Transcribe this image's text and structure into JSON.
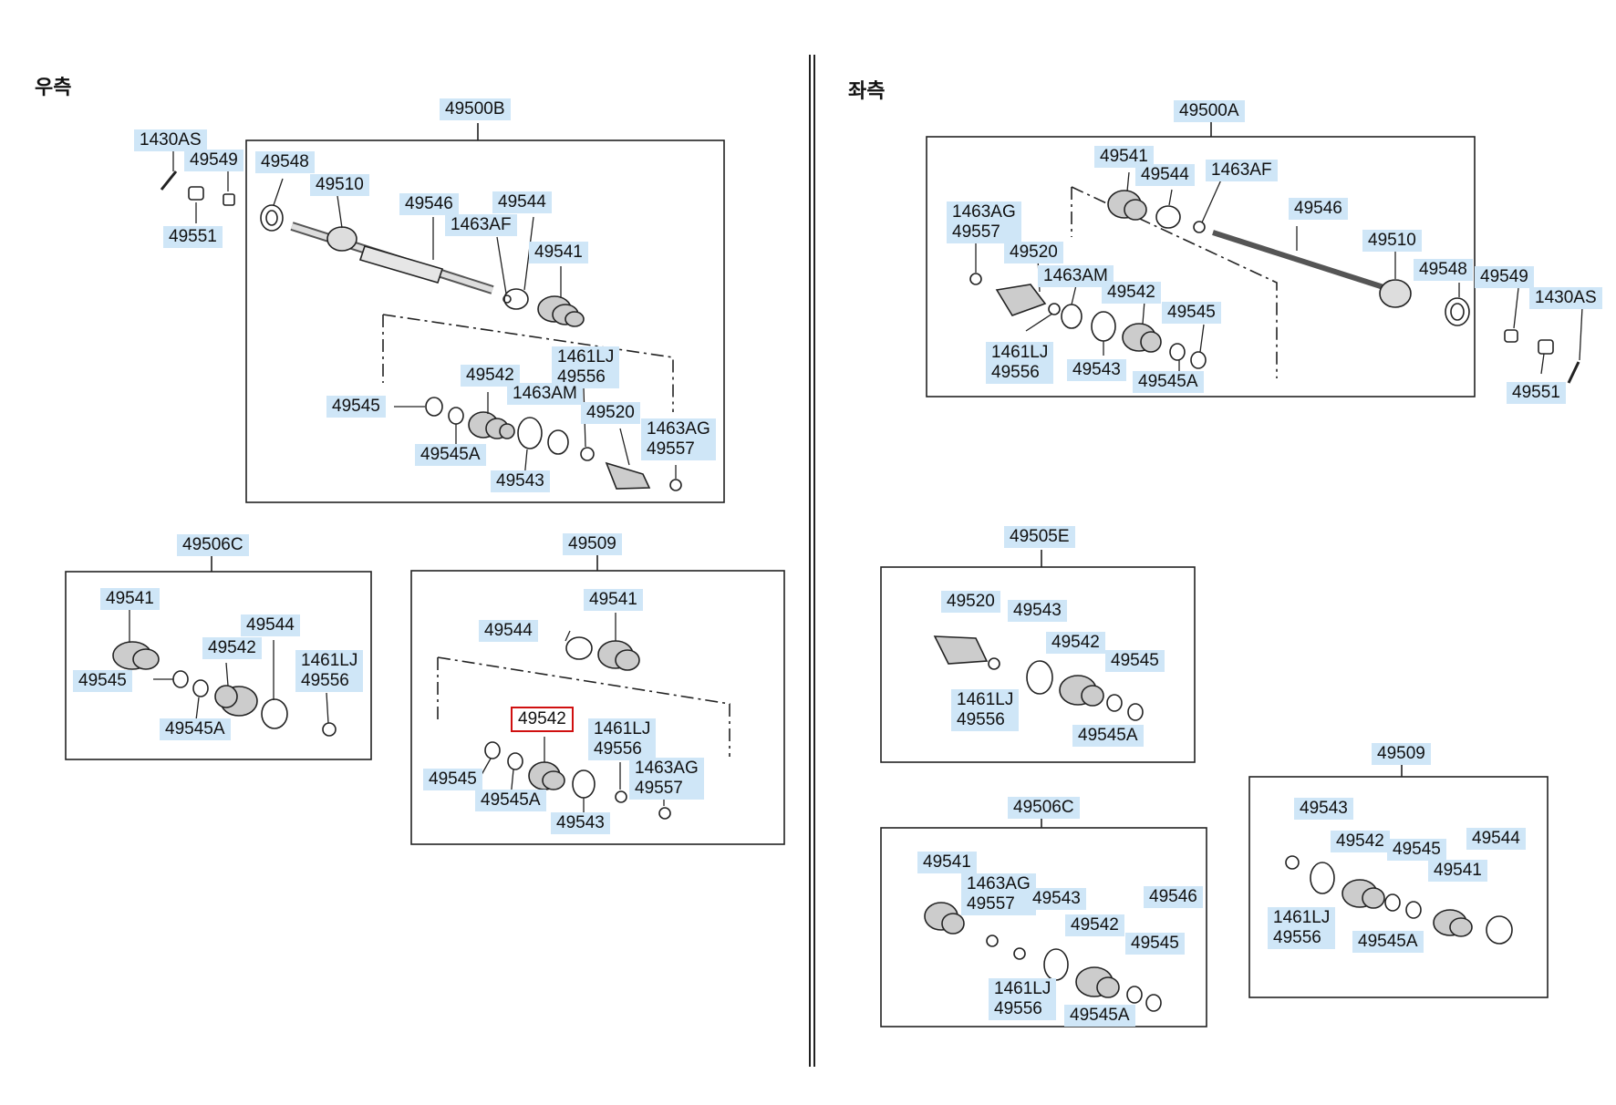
{
  "sides": {
    "right": {
      "title": "우측"
    },
    "left": {
      "title": "좌측"
    }
  },
  "labels": {
    "r_49500B": "49500B",
    "r_1430AS": "1430AS",
    "r_49549": "49549",
    "r_49551": "49551",
    "r_49548": "49548",
    "r_49510": "49510",
    "r_49546": "49546",
    "r_49544": "49544",
    "r_1463AF": "1463AF",
    "r_49541": "49541",
    "r_1461LJ": "1461LJ\n49556",
    "r_49542": "49542",
    "r_1463AM": "1463AM",
    "r_49545": "49545",
    "r_49520": "49520",
    "r_1463AG": "1463AG\n49557",
    "r_49545A": "49545A",
    "r_49543": "49543",
    "r2_49506C": "49506C",
    "r2_49541": "49541",
    "r2_49544": "49544",
    "r2_49542": "49542",
    "r2_1461LJ": "1461LJ\n49556",
    "r2_49545": "49545",
    "r2_49545A": "49545A",
    "r3_49509": "49509",
    "r3_49541": "49541",
    "r3_49544": "49544",
    "r3_49542": "49542",
    "r3_1461LJ": "1461LJ\n49556",
    "r3_1463AG": "1463AG\n49557",
    "r3_49545": "49545",
    "r3_49545A": "49545A",
    "r3_49543": "49543",
    "l_49500A": "49500A",
    "l_49541": "49541",
    "l_49544": "49544",
    "l_1463AF": "1463AF",
    "l_49546": "49546",
    "l_1463AG": "1463AG\n49557",
    "l_49510": "49510",
    "l_49520": "49520",
    "l_1463AM": "1463AM",
    "l_49548": "49548",
    "l_49549": "49549",
    "l_1430AS": "1430AS",
    "l_49542": "49542",
    "l_49545": "49545",
    "l_1461LJ": "1461LJ\n49556",
    "l_49543": "49543",
    "l_49545A": "49545A",
    "l_49551": "49551",
    "l2_49505E": "49505E",
    "l2_49520": "49520",
    "l2_49543": "49543",
    "l2_49542": "49542",
    "l2_49545": "49545",
    "l2_1461LJ": "1461LJ\n49556",
    "l2_49545A": "49545A",
    "l3_49506C": "49506C",
    "l3_49541": "49541",
    "l3_1463AG": "1463AG\n49557",
    "l3_49543": "49543",
    "l3_49546": "49546",
    "l3_49542": "49542",
    "l3_49545": "49545",
    "l3_1461LJ": "1461LJ\n49556",
    "l3_49545A": "49545A",
    "l4_49509": "49509",
    "l4_49543": "49543",
    "l4_49542": "49542",
    "l4_49545": "49545",
    "l4_49544": "49544",
    "l4_49541": "49541",
    "l4_1461LJ": "1461LJ\n49556",
    "l4_49545A": "49545A"
  },
  "highlighted_part": "49542",
  "colors": {
    "label_bg": "#cfe6f7",
    "highlight": "#d01010",
    "line": "#222222"
  }
}
